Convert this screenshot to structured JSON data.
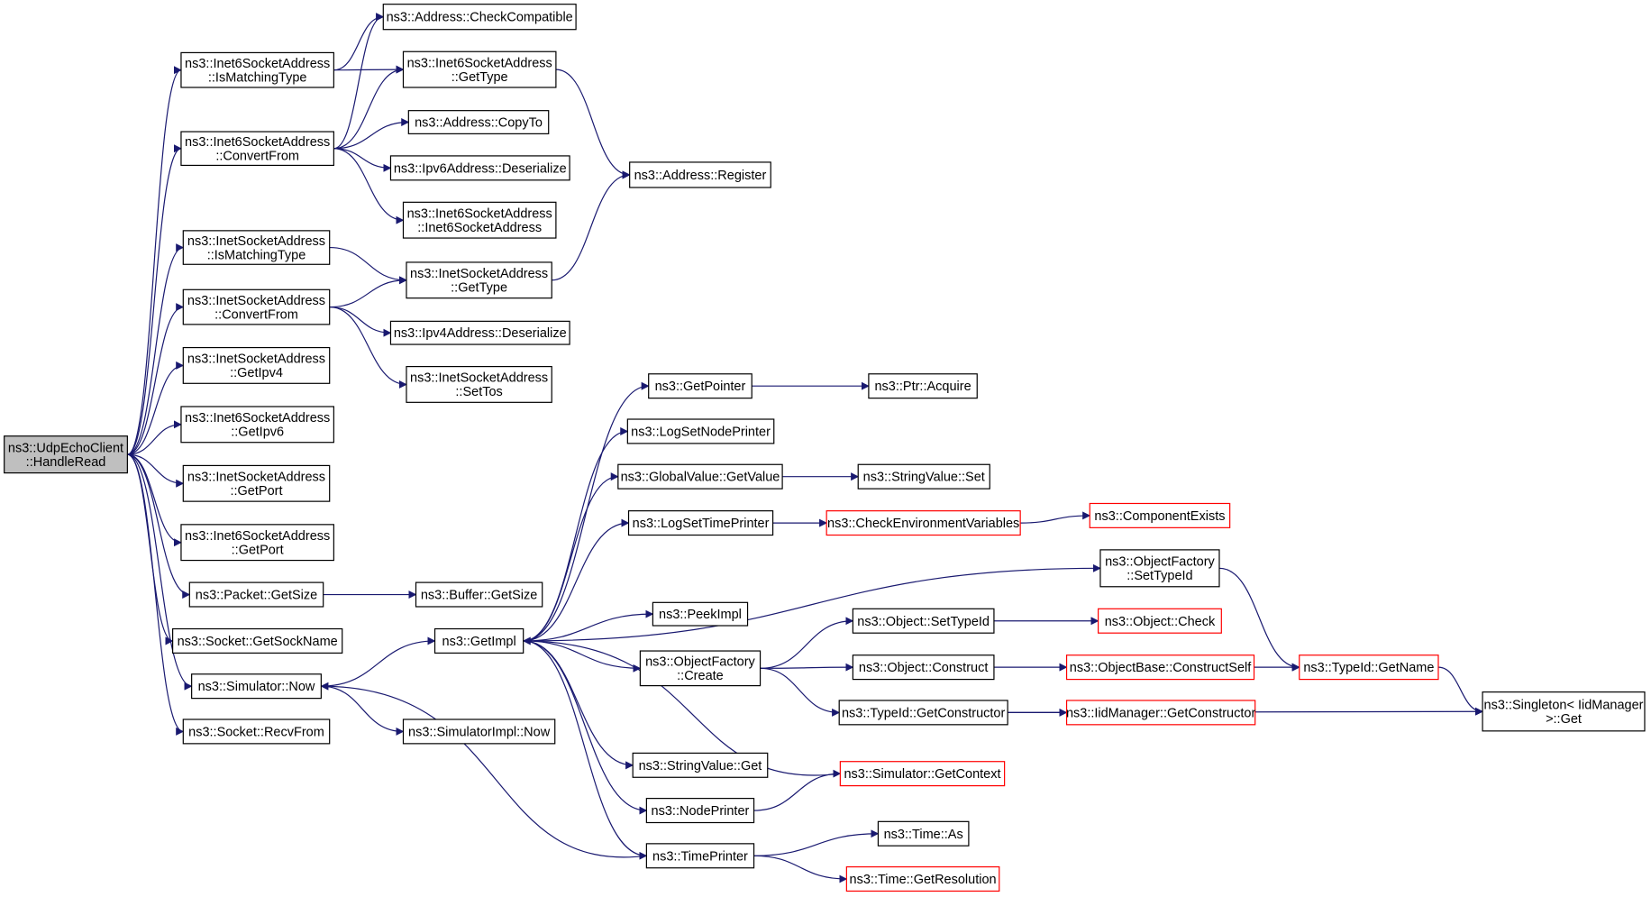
{
  "colors": {
    "edge": "#191970",
    "node_border": "#000000",
    "node_border_truncated": "#ff0000",
    "node_fill": "#ffffff",
    "root_fill": "#bfbfbf",
    "text": "#000000"
  },
  "nodes": [
    {
      "id": "n_root",
      "lines": [
        "ns3::UdpEchoClient",
        "::HandleRead"
      ],
      "style": "root"
    },
    {
      "id": "n_i6_ismatch",
      "lines": [
        "ns3::Inet6SocketAddress",
        "::IsMatchingType"
      ],
      "style": "normal"
    },
    {
      "id": "n_addr_checkcompat",
      "lines": [
        "ns3::Address::CheckCompatible"
      ],
      "style": "normal"
    },
    {
      "id": "n_i6_gettype",
      "lines": [
        "ns3::Inet6SocketAddress",
        "::GetType"
      ],
      "style": "normal"
    },
    {
      "id": "n_i6_convertfrom",
      "lines": [
        "ns3::Inet6SocketAddress",
        "::ConvertFrom"
      ],
      "style": "normal"
    },
    {
      "id": "n_addr_copyto",
      "lines": [
        "ns3::Address::CopyTo"
      ],
      "style": "normal"
    },
    {
      "id": "n_ipv6_deser",
      "lines": [
        "ns3::Ipv6Address::Deserialize"
      ],
      "style": "normal"
    },
    {
      "id": "n_i6_ctor",
      "lines": [
        "ns3::Inet6SocketAddress",
        "::Inet6SocketAddress"
      ],
      "style": "normal"
    },
    {
      "id": "n_addr_register",
      "lines": [
        "ns3::Address::Register"
      ],
      "style": "normal"
    },
    {
      "id": "n_i4_ismatch",
      "lines": [
        "ns3::InetSocketAddress",
        "::IsMatchingType"
      ],
      "style": "normal"
    },
    {
      "id": "n_i4_gettype",
      "lines": [
        "ns3::InetSocketAddress",
        "::GetType"
      ],
      "style": "normal"
    },
    {
      "id": "n_i4_convertfrom",
      "lines": [
        "ns3::InetSocketAddress",
        "::ConvertFrom"
      ],
      "style": "normal"
    },
    {
      "id": "n_ipv4_deser",
      "lines": [
        "ns3::Ipv4Address::Deserialize"
      ],
      "style": "normal"
    },
    {
      "id": "n_i4_settos",
      "lines": [
        "ns3::InetSocketAddress",
        "::SetTos"
      ],
      "style": "normal"
    },
    {
      "id": "n_i4_getipv4",
      "lines": [
        "ns3::InetSocketAddress",
        "::GetIpv4"
      ],
      "style": "normal"
    },
    {
      "id": "n_i6_getipv6",
      "lines": [
        "ns3::Inet6SocketAddress",
        "::GetIpv6"
      ],
      "style": "normal"
    },
    {
      "id": "n_i4_getport",
      "lines": [
        "ns3::InetSocketAddress",
        "::GetPort"
      ],
      "style": "normal"
    },
    {
      "id": "n_i6_getport",
      "lines": [
        "ns3::Inet6SocketAddress",
        "::GetPort"
      ],
      "style": "normal"
    },
    {
      "id": "n_packet_getsize",
      "lines": [
        "ns3::Packet::GetSize"
      ],
      "style": "normal"
    },
    {
      "id": "n_buffer_getsize",
      "lines": [
        "ns3::Buffer::GetSize"
      ],
      "style": "normal"
    },
    {
      "id": "n_socket_getsockname",
      "lines": [
        "ns3::Socket::GetSockName"
      ],
      "style": "normal"
    },
    {
      "id": "n_sim_now",
      "lines": [
        "ns3::Simulator::Now"
      ],
      "style": "normal"
    },
    {
      "id": "n_simimpl_now",
      "lines": [
        "ns3::SimulatorImpl::Now"
      ],
      "style": "normal"
    },
    {
      "id": "n_socket_recvfrom",
      "lines": [
        "ns3::Socket::RecvFrom"
      ],
      "style": "normal"
    },
    {
      "id": "n_getimpl",
      "lines": [
        "ns3::GetImpl"
      ],
      "style": "normal"
    },
    {
      "id": "n_getpointer",
      "lines": [
        "ns3::GetPointer"
      ],
      "style": "normal"
    },
    {
      "id": "n_ptr_acquire",
      "lines": [
        "ns3::Ptr::Acquire"
      ],
      "style": "normal"
    },
    {
      "id": "n_logsetnodeprinter",
      "lines": [
        "ns3::LogSetNodePrinter"
      ],
      "style": "normal"
    },
    {
      "id": "n_gv_getvalue",
      "lines": [
        "ns3::GlobalValue::GetValue"
      ],
      "style": "normal"
    },
    {
      "id": "n_stringvalue_set",
      "lines": [
        "ns3::StringValue::Set"
      ],
      "style": "normal"
    },
    {
      "id": "n_logsettimeprinter",
      "lines": [
        "ns3::LogSetTimePrinter"
      ],
      "style": "normal"
    },
    {
      "id": "n_checkenv",
      "lines": [
        "ns3::CheckEnvironmentVariables"
      ],
      "style": "truncated"
    },
    {
      "id": "n_componentexists",
      "lines": [
        "ns3::ComponentExists"
      ],
      "style": "truncated"
    },
    {
      "id": "n_of_settypeid",
      "lines": [
        "ns3::ObjectFactory",
        "::SetTypeId"
      ],
      "style": "normal"
    },
    {
      "id": "n_peekimpl",
      "lines": [
        "ns3::PeekImpl"
      ],
      "style": "normal"
    },
    {
      "id": "n_of_create",
      "lines": [
        "ns3::ObjectFactory",
        "::Create"
      ],
      "style": "normal"
    },
    {
      "id": "n_obj_settypeid",
      "lines": [
        "ns3::Object::SetTypeId"
      ],
      "style": "normal"
    },
    {
      "id": "n_obj_check",
      "lines": [
        "ns3::Object::Check"
      ],
      "style": "truncated"
    },
    {
      "id": "n_obj_construct",
      "lines": [
        "ns3::Object::Construct"
      ],
      "style": "normal"
    },
    {
      "id": "n_objbase_constructself",
      "lines": [
        "ns3::ObjectBase::ConstructSelf"
      ],
      "style": "truncated"
    },
    {
      "id": "n_typeid_getname",
      "lines": [
        "ns3::TypeId::GetName"
      ],
      "style": "truncated"
    },
    {
      "id": "n_typeid_getctor",
      "lines": [
        "ns3::TypeId::GetConstructor"
      ],
      "style": "normal"
    },
    {
      "id": "n_iidmgr_getctor",
      "lines": [
        "ns3::IidManager::GetConstructor"
      ],
      "style": "truncated"
    },
    {
      "id": "n_singleton_get",
      "lines": [
        "ns3::Singleton< IidManager",
        " >::Get"
      ],
      "style": "normal"
    },
    {
      "id": "n_stringvalue_get",
      "lines": [
        "ns3::StringValue::Get"
      ],
      "style": "normal"
    },
    {
      "id": "n_sim_getcontext",
      "lines": [
        "ns3::Simulator::GetContext"
      ],
      "style": "truncated"
    },
    {
      "id": "n_nodeprinter",
      "lines": [
        "ns3::NodePrinter"
      ],
      "style": "normal"
    },
    {
      "id": "n_timeprinter",
      "lines": [
        "ns3::TimePrinter"
      ],
      "style": "normal"
    },
    {
      "id": "n_time_as",
      "lines": [
        "ns3::Time::As"
      ],
      "style": "normal"
    },
    {
      "id": "n_time_getresolution",
      "lines": [
        "ns3::Time::GetResolution"
      ],
      "style": "truncated"
    }
  ],
  "edges": [
    {
      "from": "n_root",
      "to": "n_i6_ismatch"
    },
    {
      "from": "n_root",
      "to": "n_i6_convertfrom"
    },
    {
      "from": "n_root",
      "to": "n_i4_ismatch"
    },
    {
      "from": "n_root",
      "to": "n_i4_convertfrom"
    },
    {
      "from": "n_root",
      "to": "n_i4_getipv4"
    },
    {
      "from": "n_root",
      "to": "n_i6_getipv6"
    },
    {
      "from": "n_root",
      "to": "n_i4_getport"
    },
    {
      "from": "n_root",
      "to": "n_i6_getport"
    },
    {
      "from": "n_root",
      "to": "n_packet_getsize"
    },
    {
      "from": "n_root",
      "to": "n_socket_getsockname"
    },
    {
      "from": "n_root",
      "to": "n_sim_now"
    },
    {
      "from": "n_root",
      "to": "n_socket_recvfrom"
    },
    {
      "from": "n_i6_ismatch",
      "to": "n_addr_checkcompat"
    },
    {
      "from": "n_i6_ismatch",
      "to": "n_i6_gettype"
    },
    {
      "from": "n_i6_convertfrom",
      "to": "n_addr_checkcompat"
    },
    {
      "from": "n_i6_convertfrom",
      "to": "n_i6_gettype"
    },
    {
      "from": "n_i6_convertfrom",
      "to": "n_addr_copyto"
    },
    {
      "from": "n_i6_convertfrom",
      "to": "n_ipv6_deser"
    },
    {
      "from": "n_i6_convertfrom",
      "to": "n_i6_ctor"
    },
    {
      "from": "n_i6_gettype",
      "to": "n_addr_register"
    },
    {
      "from": "n_i4_ismatch",
      "to": "n_i4_gettype"
    },
    {
      "from": "n_i4_convertfrom",
      "to": "n_i4_gettype"
    },
    {
      "from": "n_i4_convertfrom",
      "to": "n_ipv4_deser"
    },
    {
      "from": "n_i4_convertfrom",
      "to": "n_i4_settos"
    },
    {
      "from": "n_i4_gettype",
      "to": "n_addr_register"
    },
    {
      "from": "n_packet_getsize",
      "to": "n_buffer_getsize"
    },
    {
      "from": "n_sim_now",
      "to": "n_getimpl"
    },
    {
      "from": "n_sim_now",
      "to": "n_simimpl_now"
    },
    {
      "from": "n_getimpl",
      "to": "n_getpointer"
    },
    {
      "from": "n_getimpl",
      "to": "n_logsetnodeprinter"
    },
    {
      "from": "n_getimpl",
      "to": "n_gv_getvalue"
    },
    {
      "from": "n_getimpl",
      "to": "n_logsettimeprinter"
    },
    {
      "from": "n_getimpl",
      "to": "n_of_settypeid"
    },
    {
      "from": "n_getimpl",
      "to": "n_peekimpl"
    },
    {
      "from": "n_getimpl",
      "to": "n_of_create"
    },
    {
      "from": "n_getimpl",
      "to": "n_stringvalue_get"
    },
    {
      "from": "n_getimpl",
      "to": "n_nodeprinter"
    },
    {
      "from": "n_getimpl",
      "to": "n_timeprinter"
    },
    {
      "from": "n_getpointer",
      "to": "n_ptr_acquire"
    },
    {
      "from": "n_gv_getvalue",
      "to": "n_stringvalue_set"
    },
    {
      "from": "n_logsettimeprinter",
      "to": "n_checkenv"
    },
    {
      "from": "n_checkenv",
      "to": "n_componentexists"
    },
    {
      "from": "n_of_settypeid",
      "to": "n_typeid_getname"
    },
    {
      "from": "n_of_create",
      "to": "n_obj_settypeid"
    },
    {
      "from": "n_of_create",
      "to": "n_obj_construct"
    },
    {
      "from": "n_of_create",
      "to": "n_typeid_getctor"
    },
    {
      "from": "n_obj_settypeid",
      "to": "n_obj_check"
    },
    {
      "from": "n_obj_construct",
      "to": "n_objbase_constructself"
    },
    {
      "from": "n_objbase_constructself",
      "to": "n_typeid_getname"
    },
    {
      "from": "n_typeid_getname",
      "to": "n_singleton_get"
    },
    {
      "from": "n_typeid_getctor",
      "to": "n_iidmgr_getctor"
    },
    {
      "from": "n_typeid_getctor",
      "to": "n_singleton_get"
    },
    {
      "from": "n_sim_getcontext",
      "to": "n_getimpl"
    },
    {
      "from": "n_nodeprinter",
      "to": "n_sim_getcontext"
    },
    {
      "from": "n_timeprinter",
      "to": "n_sim_now"
    },
    {
      "from": "n_timeprinter",
      "to": "n_time_as"
    },
    {
      "from": "n_timeprinter",
      "to": "n_time_getresolution"
    }
  ]
}
